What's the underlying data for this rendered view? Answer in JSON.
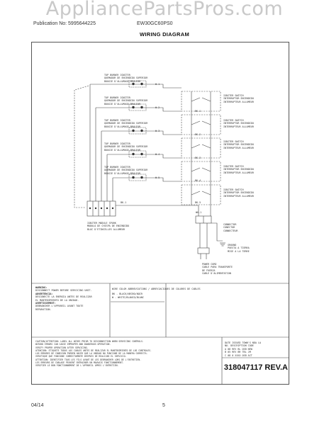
{
  "watermark": "AppliancePartsPros.com",
  "header": {
    "publication": "Publication No: 5995644225",
    "model": "EW30GC60PS0",
    "title": "WIRING DIAGRAM"
  },
  "burners": [
    {
      "name": "TOP BURNER IGNITER",
      "sp": "QUEMADOR DE ENCENDIDO SUPERIOR",
      "fr": "BOUGIE D'ALLUMAGE-BRULEUR",
      "wire": "W-1"
    },
    {
      "name": "TOP BURNER IGNITER",
      "sp": "QUEMADOR DE ENCENDIDO SUPERIOR",
      "fr": "BOUGIE D'ALLUMAGE-BRULEUR",
      "wire": "W-2"
    },
    {
      "name": "TOP BURNER IGNITER",
      "sp": "QUEMADOR DE ENCENDIDO SUPERIOR",
      "fr": "BOUGIE D'ALLUMAGE-BRULEUR",
      "wire": "W-3"
    },
    {
      "name": "TOP BURNER IGNITER",
      "sp": "QUEMADOR DE ENCENDIDO SUPERIOR",
      "fr": "BOUGIE D'ALLUMAGE-BRULEUR",
      "wire": "W-4"
    },
    {
      "name": "TOP BURNER IGNITER",
      "sp": "QUEMADOR DE ENCENDIDO SUPERIOR",
      "fr": "BOUGIE D'ALLUMAGE-BRULEUR",
      "wire": "W-5"
    }
  ],
  "switches": [
    {
      "name": "IGNITER SWITCH",
      "sp": "INTERRUPTOR ENCENDIDO",
      "fr": "INTERRUPTEUR ALLUMEUR",
      "wire": "BK-1"
    },
    {
      "name": "IGNITER SWITCH",
      "sp": "INTERRUPTOR ENCENDIDO",
      "fr": "INTERRUPTEUR ALLUMEUR",
      "wire": "BK-2"
    },
    {
      "name": "IGNITER SWITCH",
      "sp": "INTERRUPTOR ENCENDIDO",
      "fr": "INTERRUPTEUR ALLUMEUR",
      "wire": "BK-3"
    },
    {
      "name": "IGNITER SWITCH",
      "sp": "INTERRUPTOR ENCENDIDO",
      "fr": "INTERRUPTEUR ALLUMEUR",
      "wire": "BK-4"
    },
    {
      "name": "IGNITER SWITCH",
      "sp": "INTERRUPTOR ENCENDIDO",
      "fr": "INTERRUPTEUR ALLUMEUR",
      "wire": "BK-5"
    }
  ],
  "module": {
    "name": "IGNITER MODULE SPARK",
    "sp": "MODULO DE CHISPA DE ENCENDIDO",
    "fr": "BLOC D'ETINCELLES ALLUMEUR",
    "wire": "BK-1"
  },
  "connector": {
    "name": "CONNECTOR",
    "sp": "CONECTOR",
    "fr": "CONNECTEUR",
    "wire": "WH-1"
  },
  "ground": {
    "name": "GROUND",
    "sp": "PUESTA A TIERRA",
    "fr": "MISE A LA TERRE"
  },
  "power_cord": {
    "name": "POWER CORD",
    "sp": "CABLE PARA TRANSPORTE",
    "fr": "DE FUERZA",
    "fr2": "CABLE D'ALIMENTATION"
  },
  "warning": [
    "WARNING:",
    "DISCONNECT POWER BEFORE SERVICING UNIT.",
    "ADVERTENCIA:",
    "DESCONECTE LA ENERGIA ANTES DE REALIZAR",
    "EL MANTENIMIENTO DE LA UNIDAD.",
    "AVERTISSEMENT:",
    "DEBRANCHER L'APPAREIL AVANT TOUTE",
    "REPARATION."
  ],
  "color_code": [
    "WIRE COLOR ABBREVIATIONS / ABREVIACIONES DE COLORES DE CABLES",
    "BK - BLACK/NEGRO/NOIR",
    "W - WHITE/BLANCO/BLANC"
  ],
  "caution": [
    "CAUTION/ATTENTION: LABEL ALL WIRES PRIOR TO DISCONNECTION WHEN SERVICING CONTROLS.",
    "WIRING ERRORS CAN CAUSE IMPROPER AND DANGEROUS OPERATION.",
    "VERIFY PROPER OPERATION AFTER SERVICING.",
    "ATENCION: ETIQUETE TODOS LOS CABLES ANTES DE REALIZAR EL MANTENIMIENTO DE LOS CONTROLES.",
    "LOS ERRORES DE CONEXION PUEDEN HACER QUE LA UNIDAD NO FUNCIONE DE LA MANERA CORRECTA.",
    "VERIFIQUE QUE FUNCIONE CORRECTAMENTE DESPUES DE REALIZAR EL SERVICIO.",
    "ATTENTION: IDENTIFIER TOUS LES FILS AVANT DE LES DEBRANCHER LORS DE L'ENTRETIEN.",
    "LES ERREURS DE CABLAGE PEUVENT ENTRAINER UN MAUVAIS FONCTIONNEMENT.",
    "VERIFIER LE BON FONCTIONNEMENT DE L'APPAREIL APRES L'ENTRETIEN."
  ],
  "revision_table": [
    "DATE   ISSUED   TOWN'S   NDA   LA",
    "NO.    DESCRIPTION   CODE",
    "A        08     REV  BL  OSB  NEW",
    "B        05     REV  BR  TBL   JM",
    "C        08     0    XXXX  OSB  ACT"
  ],
  "doc_number": "318047117 REV.A",
  "footer": {
    "date": "04/14",
    "page": "5"
  }
}
